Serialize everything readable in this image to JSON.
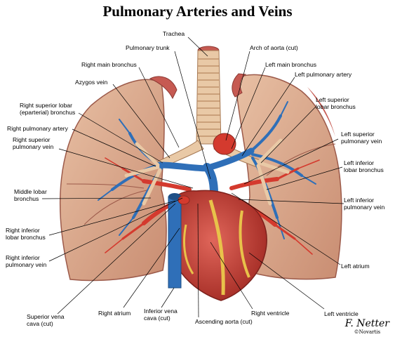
{
  "title": "Pulmonary Arteries and Veins",
  "labels": {
    "trachea": "Trachea",
    "pulmonary_trunk": "Pulmonary trunk",
    "arch_of_aorta": "Arch of aorta (cut)",
    "right_main_bronchus": "Right main bronchus",
    "left_main_bronchus": "Left main bronchus",
    "azygos_vein": "Azygos vein",
    "left_pulmonary_artery": "Left pulmonary artery",
    "right_superior_lobar_bronchus_1": "Right superior lobar",
    "right_superior_lobar_bronchus_2": "(eparterial) bronchus",
    "left_superior_lobar_bronchus_1": "Left superior",
    "left_superior_lobar_bronchus_2": "lobar bronchus",
    "right_pulmonary_artery": "Right pulmonary artery",
    "right_superior_pulmonary_vein_1": "Right superior",
    "right_superior_pulmonary_vein_2": "pulmonary vein",
    "left_superior_pulmonary_vein_1": "Left superior",
    "left_superior_pulmonary_vein_2": "pulmonary vein",
    "left_inferior_lobar_bronchus_1": "Left inferior",
    "left_inferior_lobar_bronchus_2": "lobar bronchus",
    "middle_lobar_bronchus_1": "Middle lobar",
    "middle_lobar_bronchus_2": "bronchus",
    "left_inferior_pulmonary_vein_1": "Left inferior",
    "left_inferior_pulmonary_vein_2": "pulmonary vein",
    "right_inferior_lobar_bronchus_1": "Right inferior",
    "right_inferior_lobar_bronchus_2": "lobar bronchus",
    "right_inferior_pulmonary_vein_1": "Right inferior",
    "right_inferior_pulmonary_vein_2": "pulmonary vein",
    "left_atrium": "Left atrium",
    "superior_vena_cava_1": "Superior vena",
    "superior_vena_cava_2": "cava (cut)",
    "right_atrium": "Right atrium",
    "inferior_vena_cava_1": "Inferior vena",
    "inferior_vena_cava_2": "cava (cut)",
    "ascending_aorta": "Ascending aorta (cut)",
    "right_ventricle": "Right ventricle",
    "left_ventricle": "Left ventricle"
  },
  "signature": {
    "name": "F. Netter",
    "corp": "©Novartis"
  },
  "colors": {
    "lung": "#d9a98a",
    "lung_edge": "#9c5a4a",
    "artery": "#2f6fb8",
    "vein": "#d43a2e",
    "bronchus": "#e9c9a6",
    "heart": "#c9443a",
    "fat": "#e8c24a"
  }
}
